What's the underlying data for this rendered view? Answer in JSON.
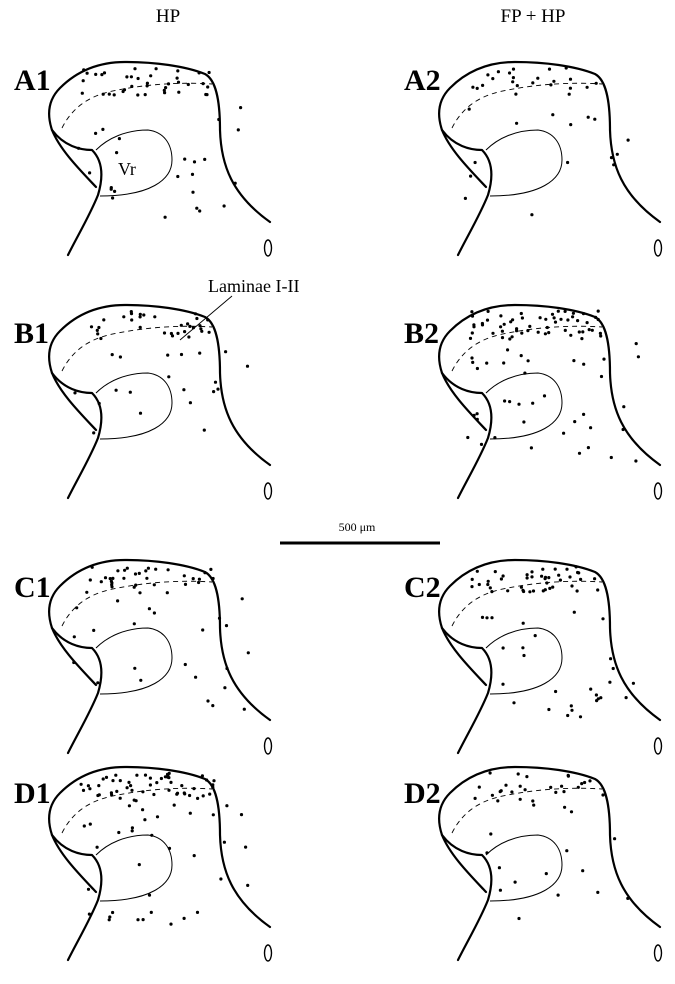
{
  "columns": [
    {
      "label": "HP"
    },
    {
      "label": "FP + HP"
    }
  ],
  "panels": [
    {
      "label": "A1",
      "dots": 62
    },
    {
      "label": "A2",
      "dots": 38
    },
    {
      "label": "B1",
      "dots": 52
    },
    {
      "label": "B2",
      "dots": 95
    },
    {
      "label": "C1",
      "dots": 58
    },
    {
      "label": "C2",
      "dots": 72
    },
    {
      "label": "D1",
      "dots": 88
    },
    {
      "label": "D2",
      "dots": 42
    }
  ],
  "annotations": {
    "vr": "Vr",
    "laminae": "Laminae I-II"
  },
  "scale_bar": {
    "label": "500 μm"
  }
}
